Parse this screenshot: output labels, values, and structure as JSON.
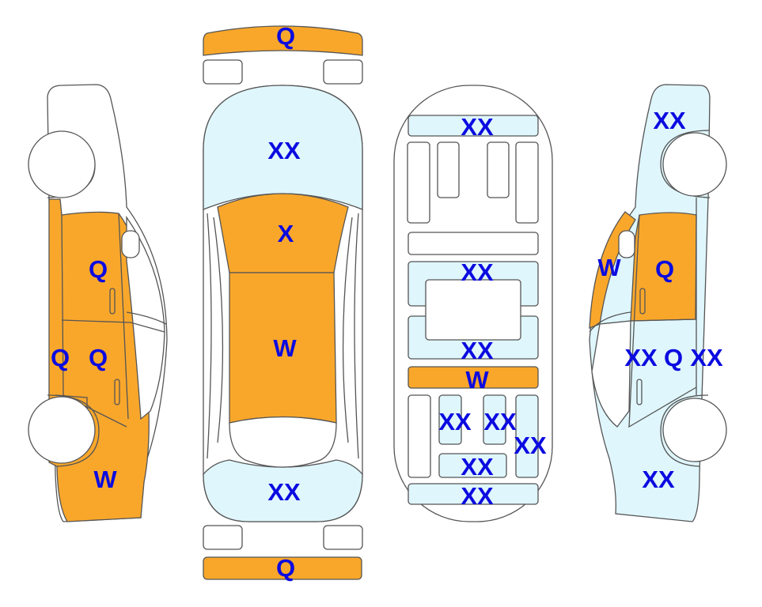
{
  "colors": {
    "damage_major": "#F9A72B",
    "damage_minor": "#DFF6FC",
    "label": "#0B0BE0"
  },
  "left_side": {
    "labels": [
      "Q",
      "Q",
      "Q",
      "W"
    ]
  },
  "top_view": {
    "labels": [
      "Q",
      "XX",
      "X",
      "W",
      "XX",
      "Q"
    ]
  },
  "interior": {
    "labels": [
      "XX",
      "XX",
      "XX",
      "W",
      "XX",
      "XX",
      "XX",
      "XX",
      "XX"
    ]
  },
  "right_side": {
    "labels": [
      "XX",
      "W",
      "Q",
      "XX",
      "Q",
      "XX",
      "XX"
    ]
  }
}
